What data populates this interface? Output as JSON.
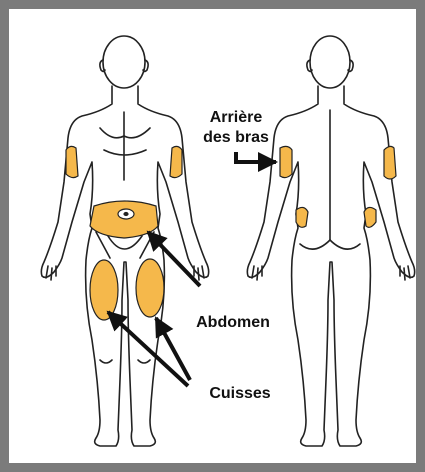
{
  "labels": {
    "back_of_arms_line1": "Arrière",
    "back_of_arms_line2": "des bras",
    "abdomen": "Abdomen",
    "thighs": "Cuisses"
  },
  "colors": {
    "frame": "#7b7b7b",
    "injection_site": "#f5b84b",
    "outline": "#222222",
    "arrow": "#111111"
  }
}
